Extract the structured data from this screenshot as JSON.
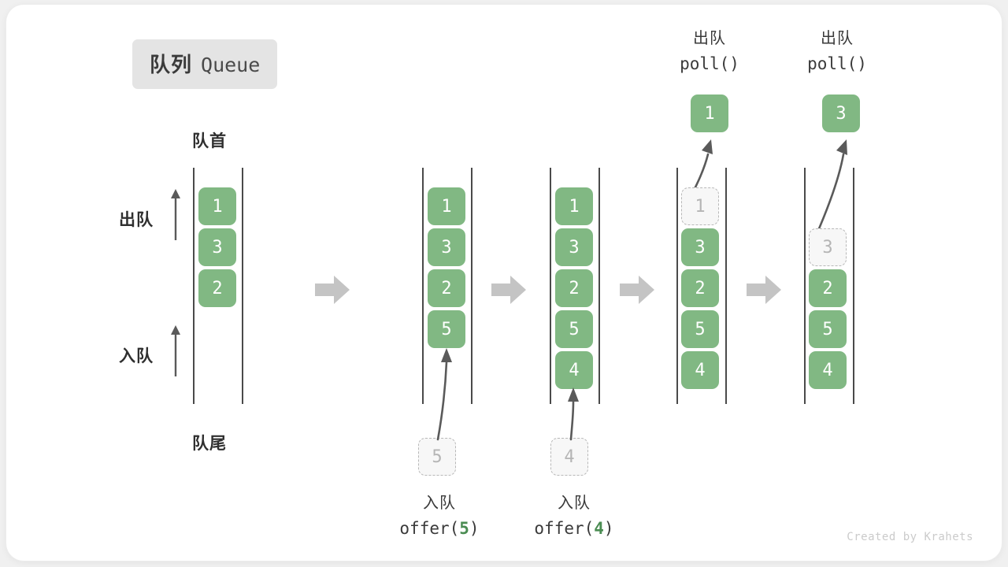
{
  "title": {
    "cn": "队列",
    "en": "Queue"
  },
  "labels": {
    "head": "队首",
    "tail": "队尾",
    "dequeue": "出队",
    "enqueue": "入队"
  },
  "credit": "Created by Krahets",
  "colors": {
    "cell_fill": "#81b883",
    "cell_text": "#ffffff",
    "ghost_fill": "#f7f7f7",
    "ghost_border": "#b8b8b8",
    "ghost_text": "#b5b5b5",
    "rail": "#4a4a4a",
    "step_arrow": "#c4c4c4",
    "motion_arrow": "#5a5a5a",
    "badge_bg": "#e4e4e4",
    "accent_green_text": "#4a8c52",
    "credit_text": "#cbcbcb",
    "card_bg": "#ffffff",
    "page_bg": "#f0f0f0"
  },
  "stages": [
    {
      "name": "initial",
      "cells": [
        "1",
        "3",
        "2"
      ],
      "offset_slots": 0,
      "annotations": {
        "head": "队首",
        "tail": "队尾",
        "dequeue": "出队",
        "enqueue": "入队"
      }
    },
    {
      "name": "after-offer-5",
      "cells": [
        "1",
        "3",
        "2",
        "5"
      ],
      "offset_slots": 0,
      "incoming": {
        "value": "5",
        "op_cn": "入队",
        "op_code_prefix": "offer(",
        "op_code_num": "5",
        "op_code_suffix": ")"
      }
    },
    {
      "name": "after-offer-4",
      "cells": [
        "1",
        "3",
        "2",
        "5",
        "4"
      ],
      "offset_slots": 0,
      "incoming": {
        "value": "4",
        "op_cn": "入队",
        "op_code_prefix": "offer(",
        "op_code_num": "4",
        "op_code_suffix": ")"
      }
    },
    {
      "name": "after-poll-1",
      "cells": [
        "1",
        "3",
        "2",
        "5",
        "4"
      ],
      "ghost_index": 0,
      "offset_slots": 0,
      "outgoing": {
        "value": "1",
        "op_cn": "出队",
        "op_code": "poll()"
      }
    },
    {
      "name": "after-poll-3",
      "cells": [
        "3",
        "2",
        "5",
        "4"
      ],
      "ghost_index": 0,
      "offset_slots": 1,
      "outgoing": {
        "value": "3",
        "op_cn": "出队",
        "op_code": "poll()"
      }
    }
  ],
  "step_arrows": [
    {
      "name": "step-arrow-1"
    },
    {
      "name": "step-arrow-2"
    },
    {
      "name": "step-arrow-3"
    },
    {
      "name": "step-arrow-4"
    }
  ]
}
